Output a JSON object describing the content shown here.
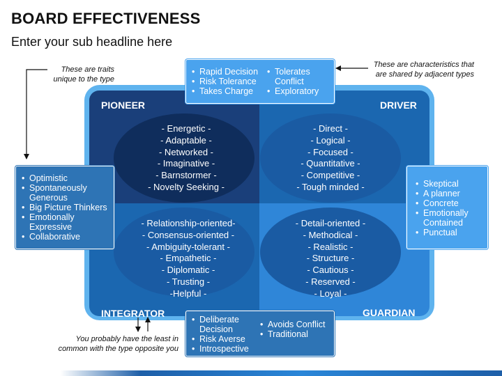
{
  "header": {
    "title": "BOARD EFFECTIVENESS",
    "subtitle": "Enter your sub headline here"
  },
  "notes": {
    "unique_traits": [
      "These are traits",
      "unique to the type"
    ],
    "shared_traits": [
      "These are characteristics that",
      "are shared by adjacent types"
    ],
    "opposite": [
      "You probably have the least in",
      "common with the type opposite you"
    ]
  },
  "quadrants": {
    "pioneer": {
      "label": "PIONEER",
      "traits": [
        "- Energetic -",
        "- Adaptable -",
        "- Networked -",
        "- Imaginative -",
        "- Barnstormer -",
        "- Novelty Seeking -"
      ]
    },
    "driver": {
      "label": "DRIVER",
      "traits": [
        "- Direct -",
        "- Logical -",
        "- Focused -",
        "- Quantitative -",
        "- Competitive -",
        "- Tough minded -"
      ]
    },
    "integrator": {
      "label": "INTEGRATOR",
      "traits": [
        "- Relationship-oriented-",
        "- Consensus-oriented -",
        "- Ambiguity-tolerant -",
        "- Empathetic -",
        "- Diplomatic -",
        "- Trusting -",
        "-Helpful -"
      ]
    },
    "guardian": {
      "label": "GUARDIAN",
      "traits": [
        "- Detail-oriented -",
        "- Methodical -",
        "- Realistic -",
        "- Structure -",
        "- Cautious -",
        "- Reserved -",
        "- Loyal -"
      ]
    }
  },
  "shared": {
    "top_left": [
      "Rapid Decision",
      "Risk Tolerance",
      "Takes Charge"
    ],
    "top_right": [
      "Tolerates Conflict",
      "Exploratory"
    ],
    "left": [
      "Optimistic",
      "Spontaneously Generous",
      "Big Picture Thinkers",
      "Emotionally Expressive",
      "Collaborative"
    ],
    "right": [
      "Skeptical",
      "A planner",
      "Concrete",
      "Emotionally Contained",
      "Punctual"
    ],
    "bottom_left": [
      "Deliberate Decision",
      "Risk Averse",
      "Introspective"
    ],
    "bottom_right": [
      "Avoids Conflict",
      "Traditional"
    ]
  },
  "colors": {
    "pioneer": "#1a3f7a",
    "driver": "#1b67b0",
    "integrator": "#1b67b0",
    "guardian": "#2f86d8",
    "frame": "#5fb3ee",
    "box_dark": "#2e74b5",
    "box_light": "#4aa3ee"
  }
}
